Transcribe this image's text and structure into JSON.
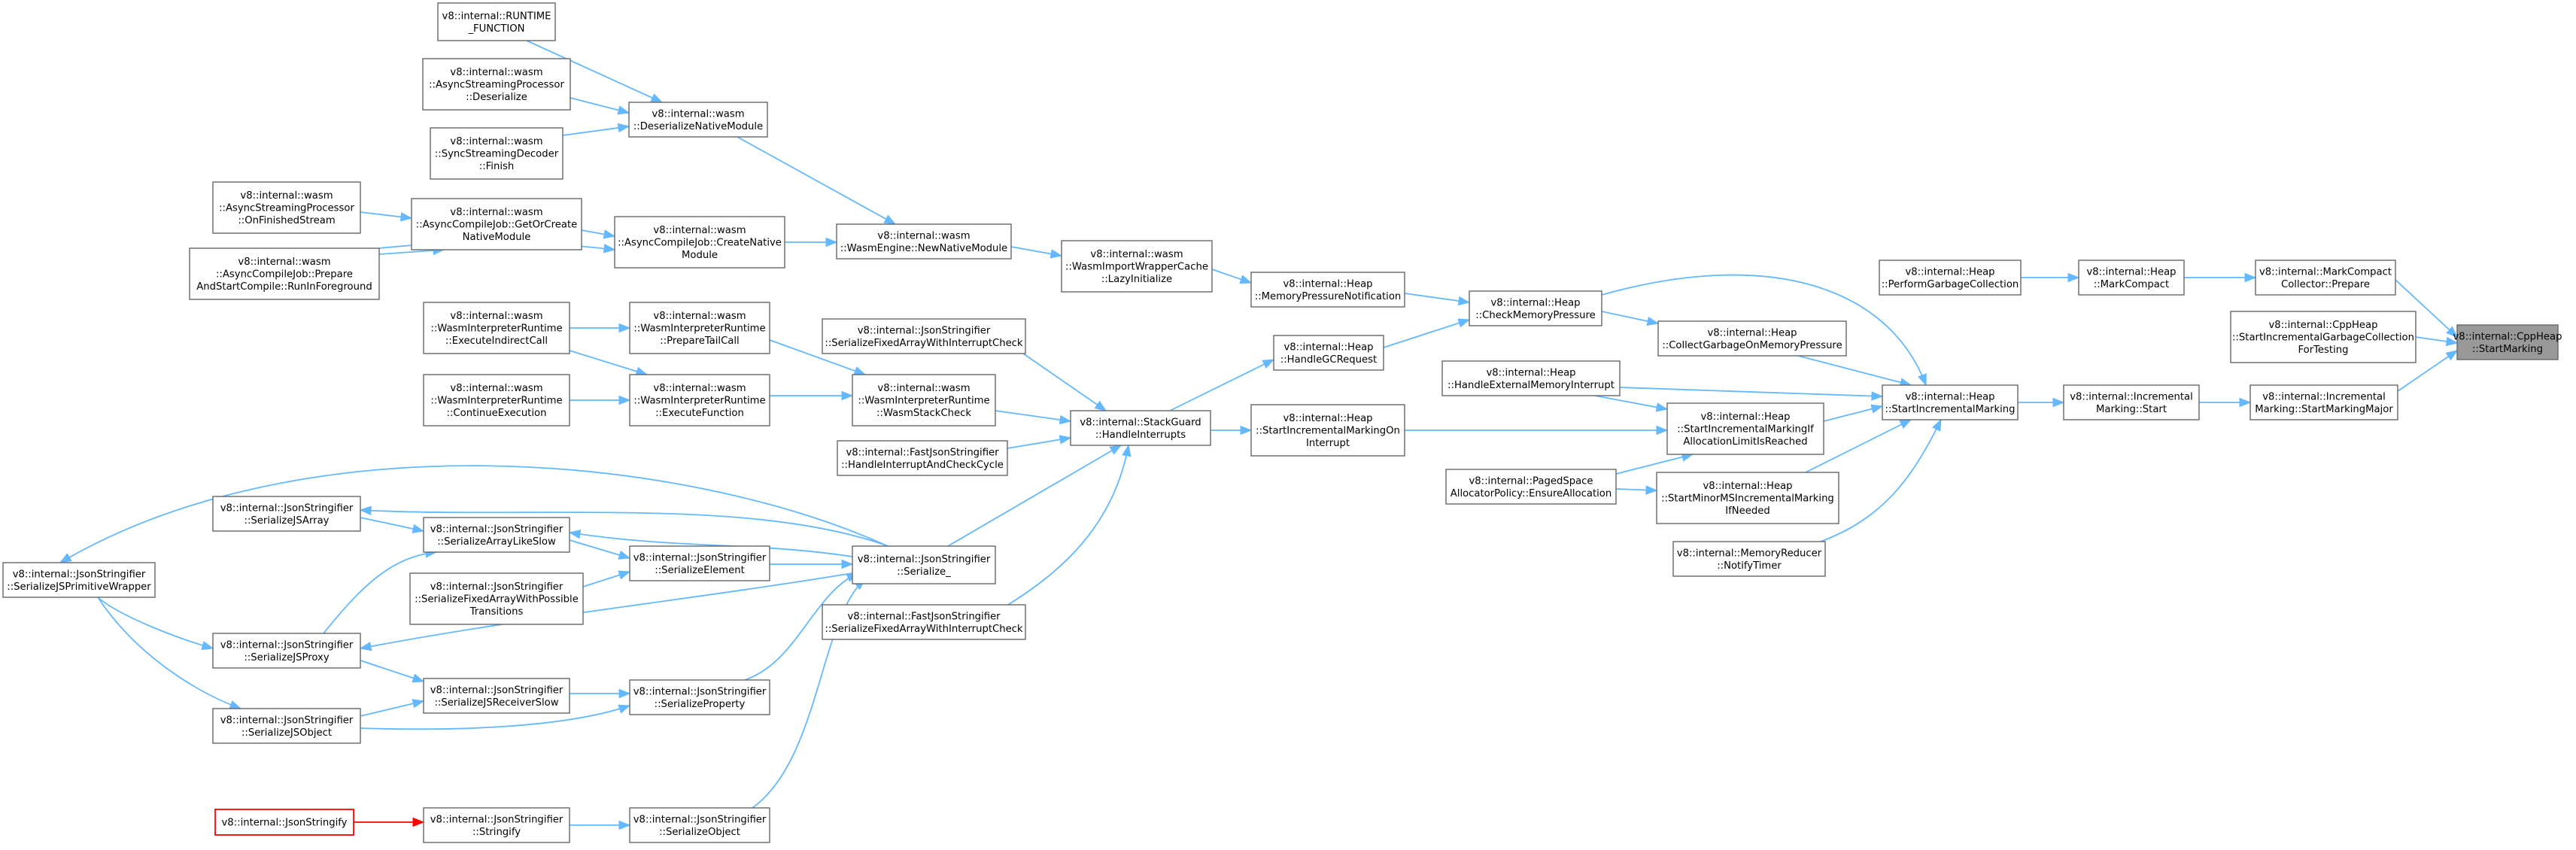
{
  "diagram": {
    "nodes": [
      {
        "id": "cppheap_startmarking",
        "lines": [
          "v8::internal::CppHeap",
          "::StartMarking"
        ],
        "style": "root"
      },
      {
        "id": "markcompact_prepare",
        "lines": [
          "v8::internal::MarkCompact",
          "Collector::Prepare"
        ]
      },
      {
        "id": "cppheap_startincremental",
        "lines": [
          "v8::internal::CppHeap",
          "::StartIncrementalGarbageCollection",
          "ForTesting"
        ]
      },
      {
        "id": "incmarking_startmajor",
        "lines": [
          "v8::internal::Incremental",
          "Marking::StartMarkingMajor"
        ]
      },
      {
        "id": "heap_markcompact",
        "lines": [
          "v8::internal::Heap",
          "::MarkCompact"
        ]
      },
      {
        "id": "heap_performgc",
        "lines": [
          "v8::internal::Heap",
          "::PerformGarbageCollection"
        ]
      },
      {
        "id": "incmarking_start",
        "lines": [
          "v8::internal::Incremental",
          "Marking::Start"
        ]
      },
      {
        "id": "heap_startincmarking",
        "lines": [
          "v8::internal::Heap",
          "::StartIncrementalMarking"
        ]
      },
      {
        "id": "heap_checkmempressure",
        "lines": [
          "v8::internal::Heap",
          "::CheckMemoryPressure"
        ]
      },
      {
        "id": "heap_collectgc_mempressure",
        "lines": [
          "v8::internal::Heap",
          "::CollectGarbageOnMemoryPressure"
        ]
      },
      {
        "id": "heap_handleextmem",
        "lines": [
          "v8::internal::Heap",
          "::HandleExternalMemoryInterrupt"
        ]
      },
      {
        "id": "heap_startincmarking_iflimit",
        "lines": [
          "v8::internal::Heap",
          "::StartIncrementalMarkingIf",
          "AllocationLimitIsReached"
        ]
      },
      {
        "id": "pagedspace_ensurealloc",
        "lines": [
          "v8::internal::PagedSpace",
          "AllocatorPolicy::EnsureAllocation"
        ]
      },
      {
        "id": "heap_startminorms",
        "lines": [
          "v8::internal::Heap",
          "::StartMinorMSIncrementalMarking",
          "IfNeeded"
        ]
      },
      {
        "id": "memreducer_notifytimer",
        "lines": [
          "v8::internal::MemoryReducer",
          "::NotifyTimer"
        ]
      },
      {
        "id": "heap_mempressurenotif",
        "lines": [
          "v8::internal::Heap",
          "::MemoryPressureNotification"
        ]
      },
      {
        "id": "heap_handlegcrequest",
        "lines": [
          "v8::internal::Heap",
          "::HandleGCRequest"
        ]
      },
      {
        "id": "heap_startincmarking_oninterrupt",
        "lines": [
          "v8::internal::Heap",
          "::StartIncrementalMarkingOn",
          "Interrupt"
        ]
      },
      {
        "id": "wasm_importwrappercache_lazy",
        "lines": [
          "v8::internal::wasm",
          "::WasmImportWrapperCache",
          "::LazyInitialize"
        ]
      },
      {
        "id": "wasm_engine_newnativemodule",
        "lines": [
          "v8::internal::wasm",
          "::WasmEngine::NewNativeModule"
        ]
      },
      {
        "id": "stackguard_handleinterrupts",
        "lines": [
          "v8::internal::StackGuard",
          "::HandleInterrupts"
        ]
      },
      {
        "id": "wasm_deserializenativemodule",
        "lines": [
          "v8::internal::wasm",
          "::DeserializeNativeModule"
        ]
      },
      {
        "id": "wasm_asynccompilejob_createnative",
        "lines": [
          "v8::internal::wasm",
          "::AsyncCompileJob::CreateNative",
          "Module"
        ]
      },
      {
        "id": "runtime_function",
        "lines": [
          "v8::internal::RUNTIME",
          "_FUNCTION"
        ]
      },
      {
        "id": "wasm_asyncstreaming_deserialize",
        "lines": [
          "v8::internal::wasm",
          "::AsyncStreamingProcessor",
          "::Deserialize"
        ]
      },
      {
        "id": "wasm_syncstreaming_finish",
        "lines": [
          "v8::internal::wasm",
          "::SyncStreamingDecoder",
          "::Finish"
        ]
      },
      {
        "id": "wasm_asynccompilejob_getorcreate",
        "lines": [
          "v8::internal::wasm",
          "::AsyncCompileJob::GetOrCreate",
          "NativeModule"
        ]
      },
      {
        "id": "wasm_asyncstreaming_onfinished",
        "lines": [
          "v8::internal::wasm",
          "::AsyncStreamingProcessor",
          "::OnFinishedStream"
        ]
      },
      {
        "id": "wasm_asynccompilejob_prepare",
        "lines": [
          "v8::internal::wasm",
          "::AsyncCompileJob::Prepare",
          "AndStartCompile::RunInForeground"
        ]
      },
      {
        "id": "jsonstringifier_serializefixed_check",
        "lines": [
          "v8::internal::JsonStringifier",
          "::SerializeFixedArrayWithInterruptCheck"
        ]
      },
      {
        "id": "wasm_interp_stackcheck",
        "lines": [
          "v8::internal::wasm",
          "::WasmInterpreterRuntime",
          "::WasmStackCheck"
        ]
      },
      {
        "id": "fastjson_handleinterrupt",
        "lines": [
          "v8::internal::FastJsonStringifier",
          "::HandleInterruptAndCheckCycle"
        ]
      },
      {
        "id": "jsonstringifier_serialize",
        "lines": [
          "v8::internal::JsonStringifier",
          "::Serialize_"
        ]
      },
      {
        "id": "fastjson_serializefixed_check",
        "lines": [
          "v8::internal::FastJsonStringifier",
          "::SerializeFixedArrayWithInterruptCheck"
        ]
      },
      {
        "id": "wasm_interp_preparetailcall",
        "lines": [
          "v8::internal::wasm",
          "::WasmInterpreterRuntime",
          "::PrepareTailCall"
        ]
      },
      {
        "id": "wasm_interp_executefunction",
        "lines": [
          "v8::internal::wasm",
          "::WasmInterpreterRuntime",
          "::ExecuteFunction"
        ]
      },
      {
        "id": "wasm_interp_executeindirect",
        "lines": [
          "v8::internal::wasm",
          "::WasmInterpreterRuntime",
          "::ExecuteIndirectCall"
        ]
      },
      {
        "id": "wasm_interp_continueexec",
        "lines": [
          "v8::internal::wasm",
          "::WasmInterpreterRuntime",
          "::ContinueExecution"
        ]
      },
      {
        "id": "jsonstringifier_serializeelement",
        "lines": [
          "v8::internal::JsonStringifier",
          "::SerializeElement"
        ]
      },
      {
        "id": "jsonstringifier_serializeproperty",
        "lines": [
          "v8::internal::JsonStringifier",
          "::SerializeProperty"
        ]
      },
      {
        "id": "jsonstringifier_serializeobject",
        "lines": [
          "v8::internal::JsonStringifier",
          "::SerializeObject"
        ]
      },
      {
        "id": "jsonstringifier_serializearraylikeslow",
        "lines": [
          "v8::internal::JsonStringifier",
          "::SerializeArrayLikeSlow"
        ]
      },
      {
        "id": "jsonstringifier_serializefixedpossible",
        "lines": [
          "v8::internal::JsonStringifier",
          "::SerializeFixedArrayWithPossible",
          "Transitions"
        ]
      },
      {
        "id": "jsonstringifier_serializereceiverslow",
        "lines": [
          "v8::internal::JsonStringifier",
          "::SerializeJSReceiverSlow"
        ]
      },
      {
        "id": "jsonstringifier_stringify",
        "lines": [
          "v8::internal::JsonStringifier",
          "::Stringify"
        ]
      },
      {
        "id": "jsonstringifier_serializejsarray",
        "lines": [
          "v8::internal::JsonStringifier",
          "::SerializeJSArray"
        ]
      },
      {
        "id": "jsonstringifier_serializejsproxy",
        "lines": [
          "v8::internal::JsonStringifier",
          "::SerializeJSProxy"
        ]
      },
      {
        "id": "jsonstringifier_serializejsobject",
        "lines": [
          "v8::internal::JsonStringifier",
          "::SerializeJSObject"
        ]
      },
      {
        "id": "jsonstringifier_primitivewrapper",
        "lines": [
          "v8::internal::JsonStringifier",
          "::SerializeJSPrimitiveWrapper"
        ]
      },
      {
        "id": "jsonstringify",
        "lines": [
          "v8::internal::JsonStringify"
        ],
        "style": "origin"
      }
    ]
  }
}
